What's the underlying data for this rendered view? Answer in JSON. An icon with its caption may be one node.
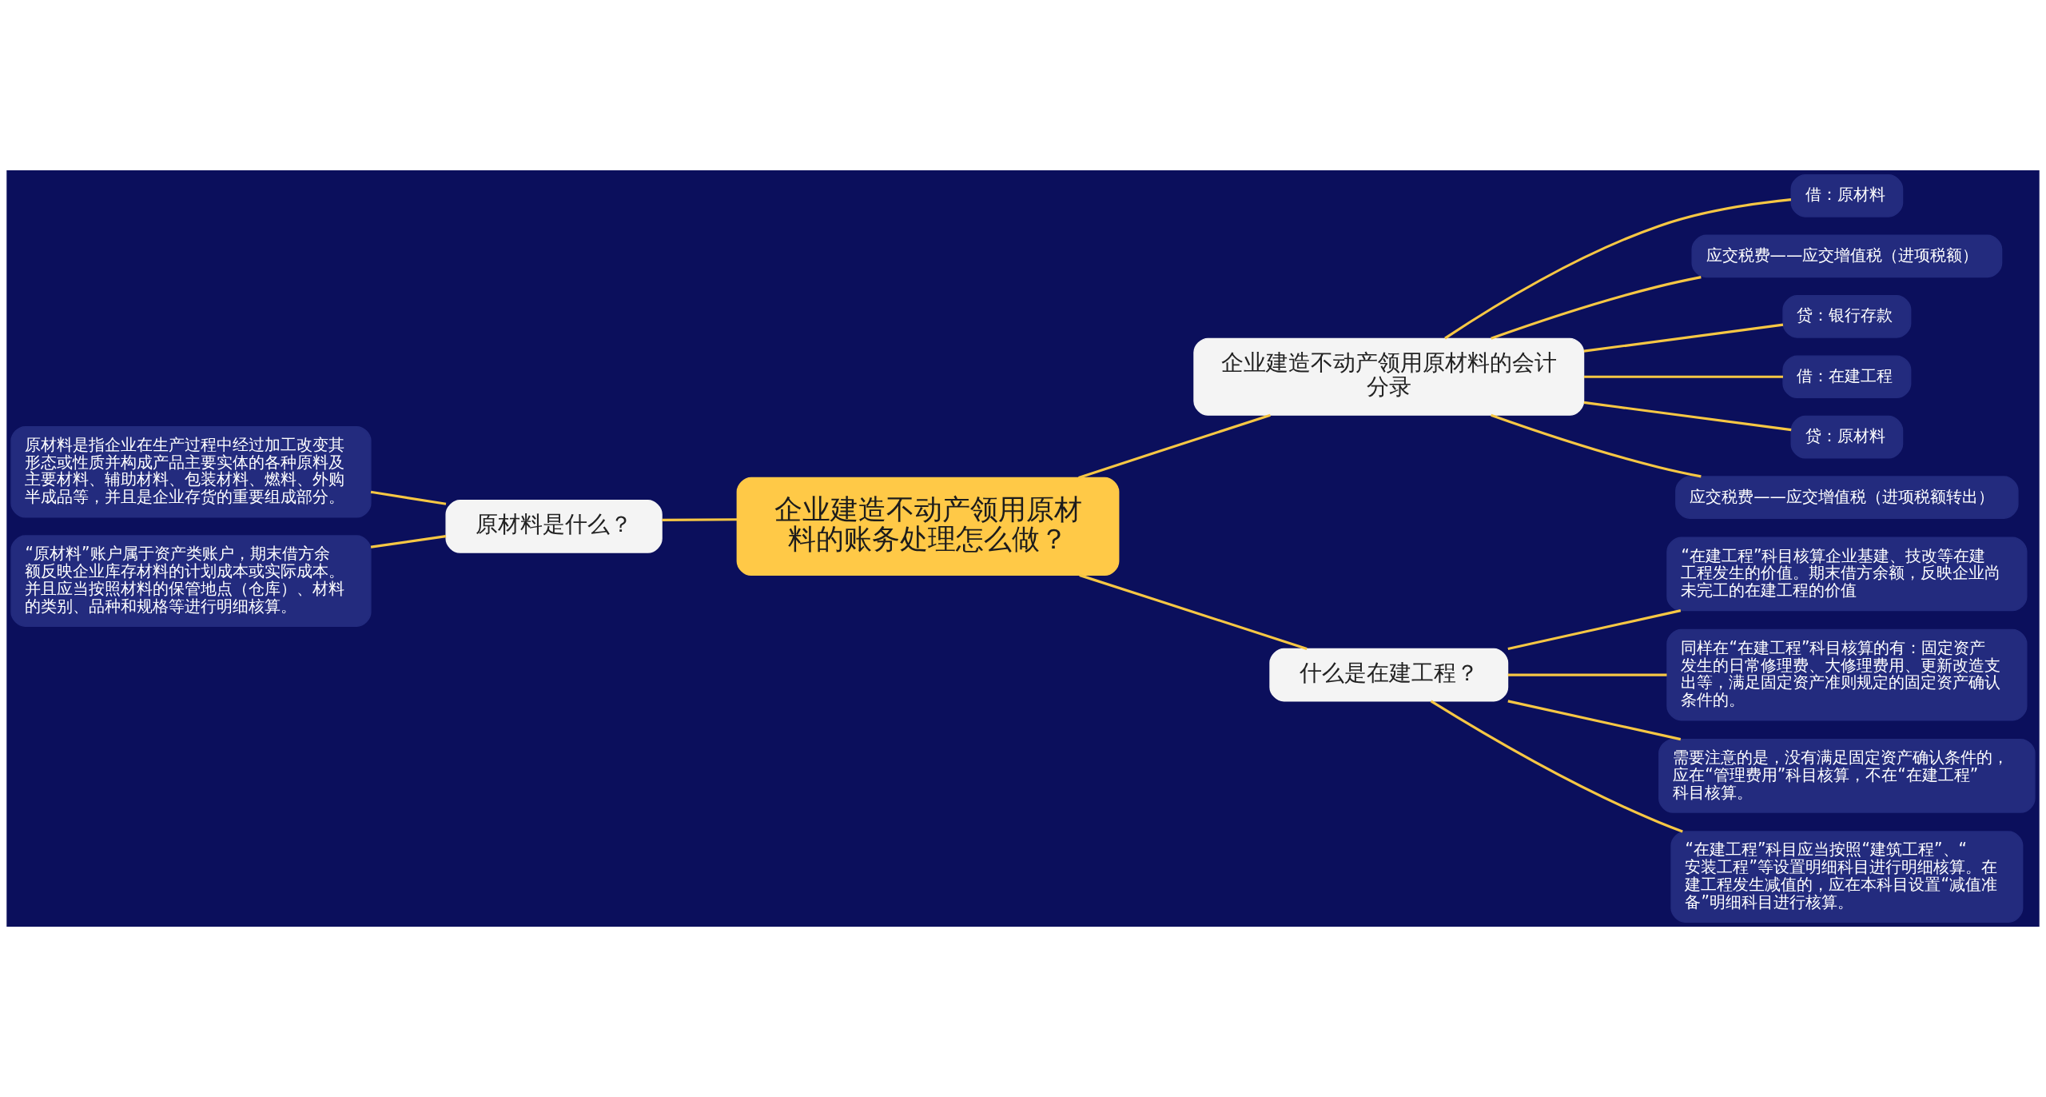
{
  "diagram": {
    "nodes": [
      {
        "text": [
          "企业建造不动产领用原材料的账务处理怎么做？"
        ]
      },
      {
        "text": [
          "企业建造不动产领用原材料的会计分录"
        ]
      },
      {
        "text": [
          "借：原材料"
        ]
      },
      {
        "text": [
          "应交税费——应交增值税（进项税额）"
        ]
      },
      {
        "text": [
          "贷：银行存款"
        ]
      },
      {
        "text": [
          "借：在建工程"
        ]
      },
      {
        "text": [
          "贷：原材料"
        ]
      },
      {
        "text": [
          "应交税费——应交增值税（进项税额转出）"
        ]
      },
      {
        "text": [
          "什么是在建工程？"
        ]
      },
      {
        "text": [
          "“在建工程”科目核算企业基建、技改等在建工程发生的价值。期末借方余额，反映企业尚未完工的在建工程的价值"
        ]
      },
      {
        "text": [
          "同样在“在建工程”科目核算的有：固定资产发生的日常修理费、大修理费用、更新改造支出等，满足固定资产准则规定的固定资产确认条件的。"
        ]
      },
      {
        "text": [
          "需要注意的是，没有满足固定资产确认条件的，应在“管理费用”科目核算，不在“在建工程”科目核算。"
        ]
      },
      {
        "text": [
          "“在建工程”科目应当按照“建筑工程”、“安装工程”等设置明细科目进行明细核算。在建工程发生减值的，应在本科目设置“减值准备”明细科目进行核算。"
        ]
      },
      {
        "text": [
          "原材料是什么？"
        ]
      },
      {
        "text": [
          "原材料是指企业在生产过程中经过加工改变其形态或性质并构成产品主要实体的各种原料及主要材料、辅助材料、包装材料、燃料、外购半成品等，并且是企业存货的重要组成部分。"
        ]
      },
      {
        "text": [
          "“原材料”账户属于资产类账户，期末借方余额反映企业库存材料的计划成本或实际成本。并且应当按照材料的保管地点（仓库）、材料的类别、品种和规格等进行明细核算。"
        ]
      }
    ],
    "edges": [
      {
        "from": 0,
        "to": 1,
        "arrow": "none"
      },
      {
        "from": 1,
        "to": 2,
        "arrow": "none"
      },
      {
        "from": 1,
        "to": 3,
        "arrow": "none"
      },
      {
        "from": 1,
        "to": 4,
        "arrow": "none"
      },
      {
        "from": 1,
        "to": 5,
        "arrow": "none"
      },
      {
        "from": 1,
        "to": 6,
        "arrow": "none"
      },
      {
        "from": 1,
        "to": 7,
        "arrow": "none"
      },
      {
        "from": 0,
        "to": 8,
        "arrow": "none"
      },
      {
        "from": 8,
        "to": 9,
        "arrow": "none"
      },
      {
        "from": 8,
        "to": 10,
        "arrow": "none"
      },
      {
        "from": 8,
        "to": 11,
        "arrow": "none"
      },
      {
        "from": 8,
        "to": 12,
        "arrow": "none"
      },
      {
        "from": 0,
        "to": 13,
        "arrow": "none"
      },
      {
        "from": 13,
        "to": 14,
        "arrow": "none"
      },
      {
        "from": 13,
        "to": 15,
        "arrow": "none"
      }
    ]
  }
}
